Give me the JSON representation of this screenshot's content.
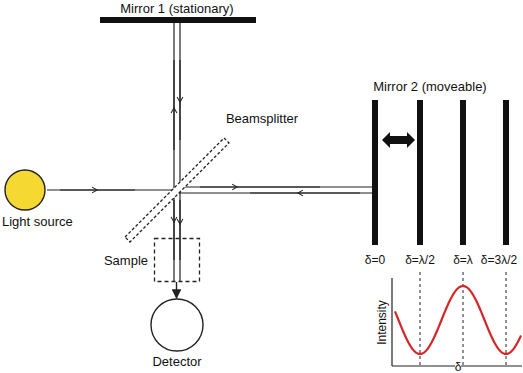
{
  "diagram": {
    "nodes": [
      {
        "text": [
          "Light source"
        ]
      },
      {
        "text": [
          "Sample"
        ]
      },
      {
        "text": [
          "Detector"
        ]
      }
    ],
    "edges": [
      {
        "from": 1,
        "to": 2,
        "arrow": "to"
      }
    ],
    "labels": [
      "Mirror 1 (stationary)",
      "Beamsplitter",
      "Mirror 2 (moveable)",
      "δ=0",
      "δ=λ/2",
      "δ=λ",
      "δ=3λ/2",
      "Intensity",
      "δ"
    ]
  }
}
